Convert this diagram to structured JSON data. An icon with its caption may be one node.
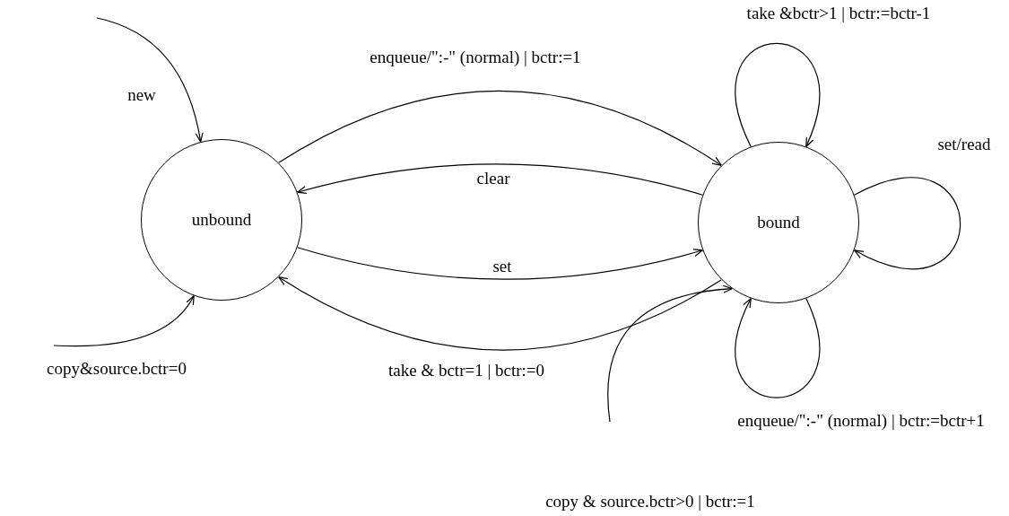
{
  "diagram": {
    "nodes": [
      {
        "text": [
          "unbound"
        ]
      },
      {
        "text": [
          "bound"
        ]
      }
    ],
    "edges": [
      {
        "from": null,
        "to": 0,
        "arrow": "to",
        "label": "new"
      },
      {
        "from": null,
        "to": 0,
        "arrow": "to",
        "label": "copy&source.bctr=0"
      },
      {
        "from": 0,
        "to": 1,
        "arrow": "to",
        "label": "enqueue/\":-\" (normal) | bctr:=1"
      },
      {
        "from": 1,
        "to": 0,
        "arrow": "to",
        "label": "clear"
      },
      {
        "from": 0,
        "to": 1,
        "arrow": "to",
        "label": "set"
      },
      {
        "from": 1,
        "to": 0,
        "arrow": "to",
        "label": "take & bctr=1 | bctr:=0"
      },
      {
        "from": 1,
        "to": 1,
        "arrow": "to",
        "label": "take &bctr>1 | bctr:=bctr-1"
      },
      {
        "from": 1,
        "to": 1,
        "arrow": "to",
        "label": "set/read"
      },
      {
        "from": 1,
        "to": 1,
        "arrow": "to",
        "label": "enqueue/\":-\" (normal) | bctr:=bctr+1"
      },
      {
        "from": null,
        "to": 1,
        "arrow": "to",
        "label": "copy & source.bctr>0 | bctr:=1"
      }
    ]
  }
}
